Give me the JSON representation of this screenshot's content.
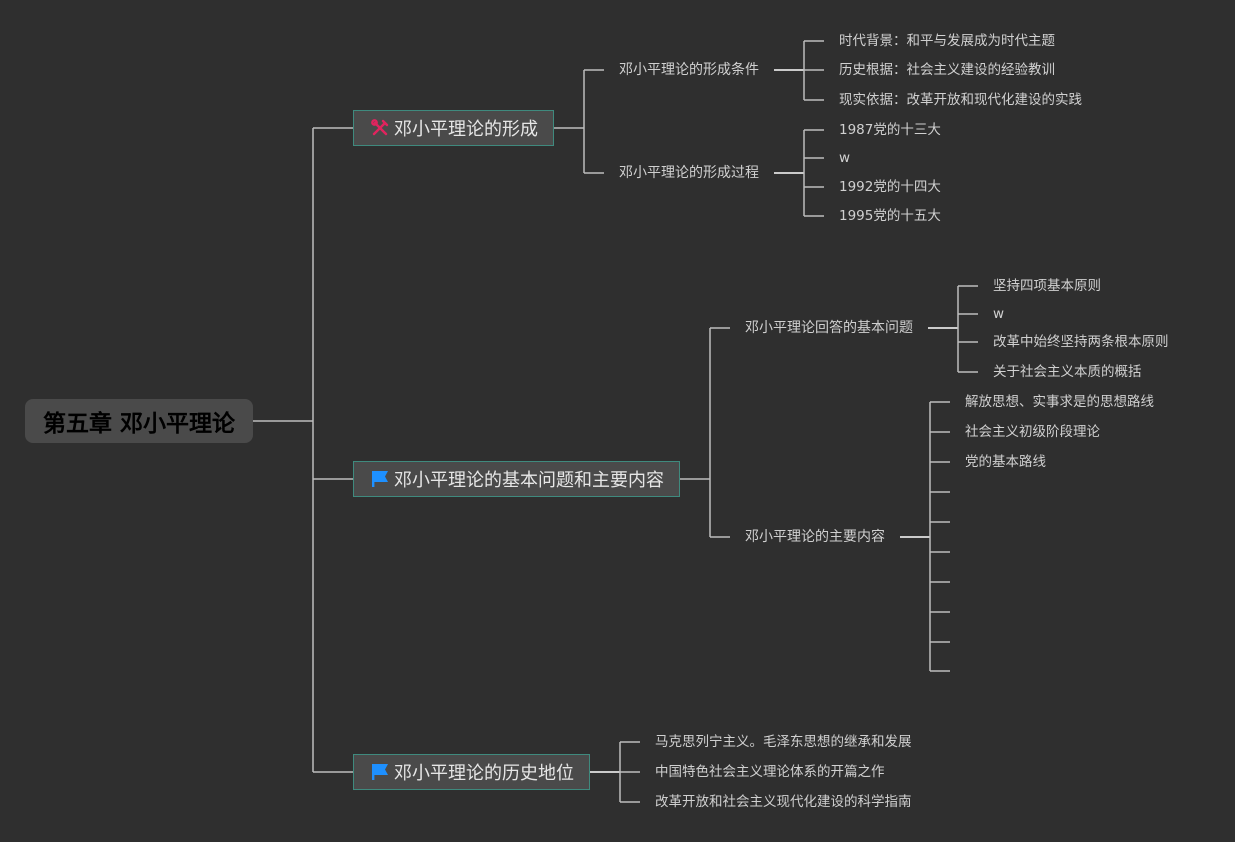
{
  "root": {
    "label": "第五章 邓小平理论"
  },
  "branch1": {
    "label": "邓小平理论的形成",
    "icon": "tools-icon",
    "subs": [
      {
        "label": "邓小平理论的形成条件",
        "leaves": [
          "时代背景：和平与发展成为时代主题",
          "历史根据：社会主义建设的经验教训",
          "现实依据：改革开放和现代化建设的实践"
        ]
      },
      {
        "label": "邓小平理论的形成过程",
        "leaves": [
          "1987党的十三大",
          "w",
          "1992党的十四大",
          "1995党的十五大"
        ]
      }
    ]
  },
  "branch2": {
    "label": "邓小平理论的基本问题和主要内容",
    "icon": "flag-icon",
    "subs": [
      {
        "label": "邓小平理论回答的基本问题",
        "leaves": [
          "坚持四项基本原则",
          "w",
          "改革中始终坚持两条根本原则",
          "关于社会主义本质的概括"
        ]
      },
      {
        "label": "邓小平理论的主要内容",
        "leaves": [
          "解放思想、实事求是的思想路线",
          "社会主义初级阶段理论",
          "党的基本路线"
        ]
      }
    ]
  },
  "branch3": {
    "label": "邓小平理论的历史地位",
    "icon": "flag-icon",
    "leaves": [
      "马克思列宁主义。毛泽东思想的继承和发展",
      "中国特色社会主义理论体系的开篇之作",
      "改革开放和社会主义现代化建设的科学指南"
    ]
  },
  "colors": {
    "background": "#2f2f2f",
    "node_border": "#3f8a7e",
    "connector": "#bdbdbd",
    "flag": "#1e90ff",
    "tools": "#e0245e"
  }
}
